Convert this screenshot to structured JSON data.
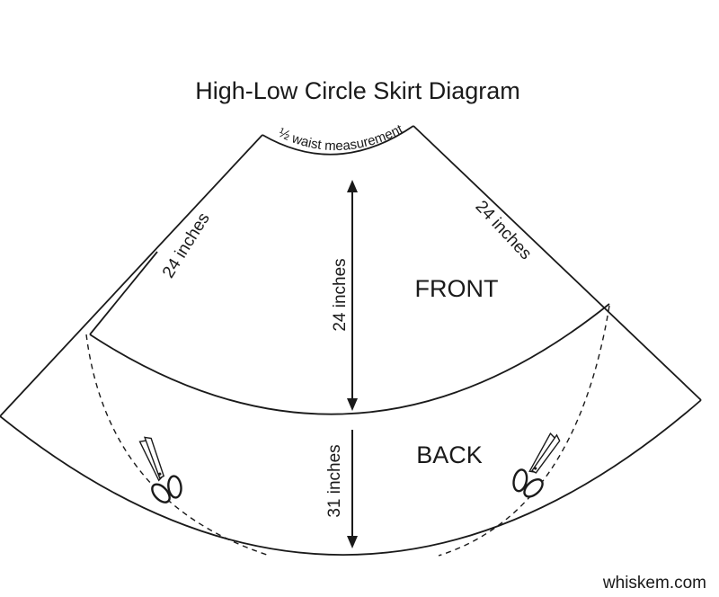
{
  "title": "High-Low Circle Skirt Diagram",
  "labels": {
    "waist": "½ waist measurement",
    "left_side": "24 inches",
    "right_side": "24 inches",
    "front_length": "24 inches",
    "back_length": "31 inches"
  },
  "sections": {
    "front": "FRONT",
    "back": "BACK"
  },
  "icons": {
    "left_scissors": "scissors-icon",
    "right_scissors": "scissors-icon"
  },
  "credit": "whiskem.com"
}
